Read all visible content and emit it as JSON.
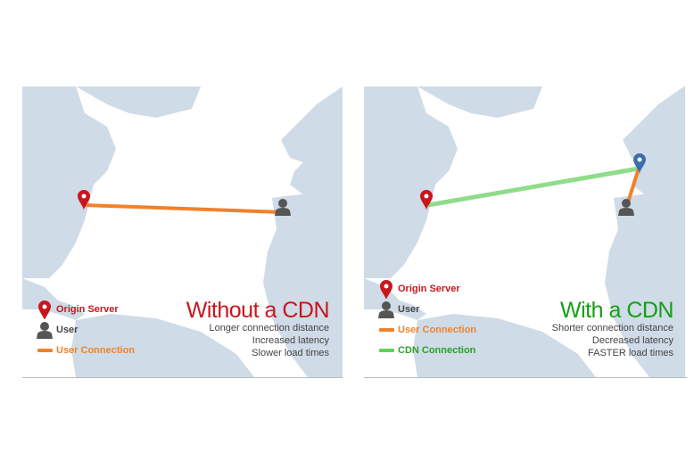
{
  "left_panel": {
    "title": "Without a CDN",
    "bullets": [
      "Longer connection distance",
      "Increased latency",
      "Slower load times"
    ],
    "legend": {
      "origin": "Origin Server",
      "user": "User",
      "user_connection": "User Connection"
    }
  },
  "right_panel": {
    "title": "With a CDN",
    "bullets": [
      "Shorter connection distance",
      "Decreased latency",
      "FASTER load times"
    ],
    "legend": {
      "origin": "Origin Server",
      "user": "User",
      "user_connection": "User Connection",
      "cdn_connection": "CDN Connection"
    }
  },
  "colors": {
    "land": "#cfdbe7",
    "origin": "#c8161d",
    "cdn_pin": "#3a6eb0",
    "user_line": "#f0822a",
    "cdn_line": "#8fdc8a",
    "without_title": "#c8161d",
    "with_title": "#14a014"
  }
}
